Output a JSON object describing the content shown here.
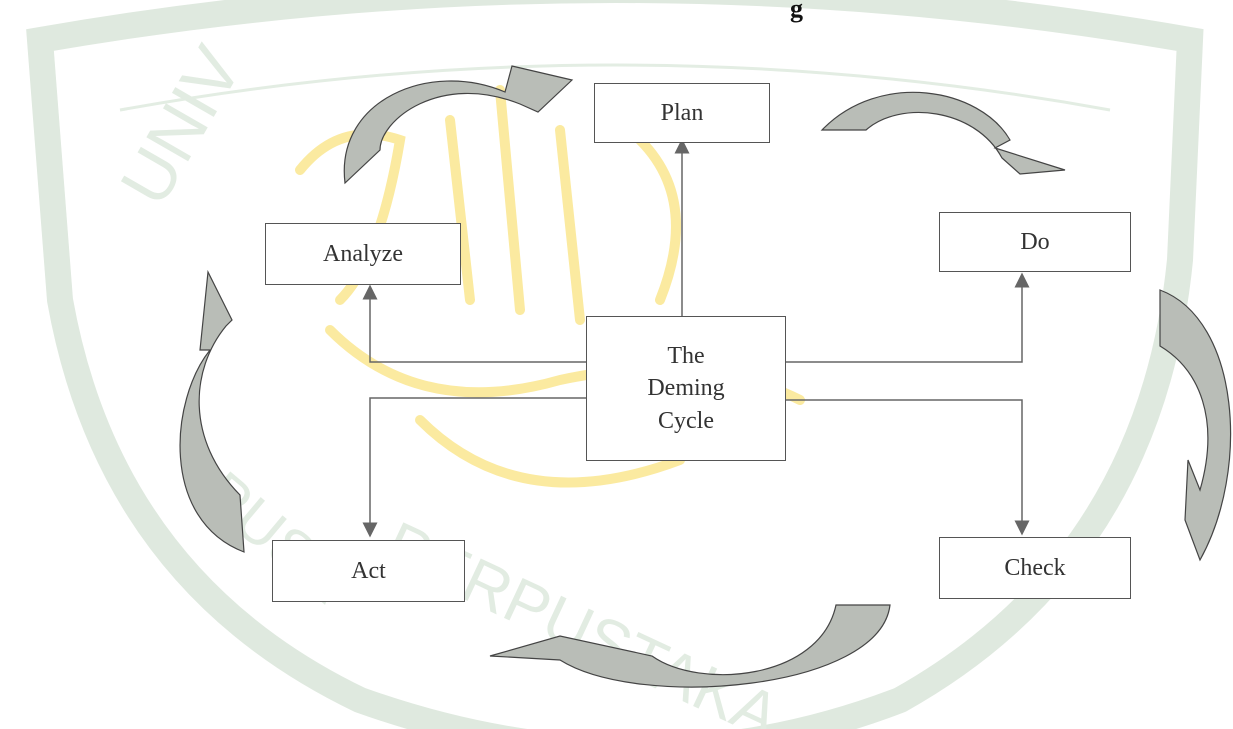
{
  "diagram": {
    "heading_fragment": "g",
    "watermark_text": "UNIVERSITAS ISLAM NEGERI MAULANA MALIK IBRAHIM PUSAT PERPUSTAKAAN",
    "center": {
      "line1": "The",
      "line2": "Deming",
      "line3": "Cycle"
    },
    "nodes": {
      "plan": "Plan",
      "do": "Do",
      "check": "Check",
      "act": "Act",
      "analyze": "Analyze"
    },
    "colors": {
      "box_border": "#555555",
      "connector": "#666666",
      "arrow_fill": "#b8bcb6",
      "watermark_green": "#e6efe6",
      "watermark_gold": "#fff2b0"
    }
  }
}
